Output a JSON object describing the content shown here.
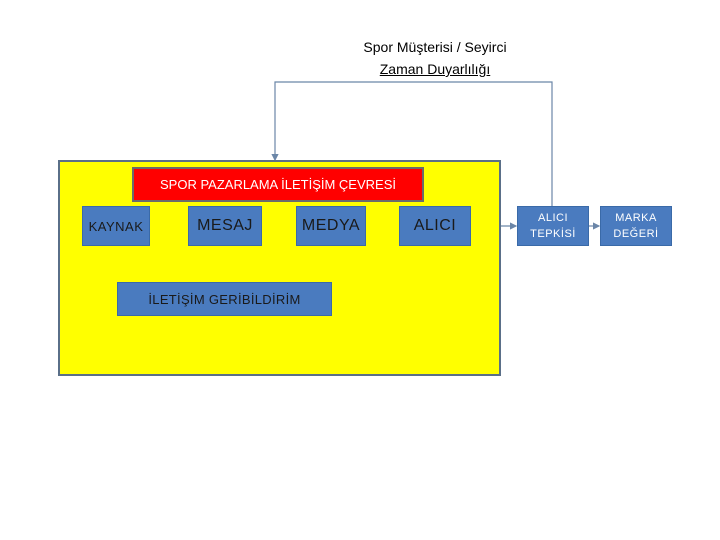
{
  "header": {
    "line1": "Spor Müşterisi / Seyirci",
    "line2": "Zaman Duyarlılığı"
  },
  "environment": {
    "label": "SPOR PAZARLAMA İLETİŞİM ÇEVRESİ"
  },
  "nodes": {
    "kaynak": "KAYNAK",
    "mesaj": "MESAJ",
    "medya": "MEDYA",
    "alici": "ALICI",
    "alici_tepkisi_line1": "ALICI",
    "alici_tepkisi_line2": "TEPKİSİ",
    "marka_degeri_line1": "MARKA",
    "marka_degeri_line2": "DEĞERİ"
  },
  "feedback": {
    "label": "İLETİŞİM GERİBİLDİRİM"
  },
  "colors": {
    "panel": "#ffff00",
    "environment_box": "#ff0000",
    "node_fill": "#4a7bbf",
    "connector": "#6b86a8"
  }
}
